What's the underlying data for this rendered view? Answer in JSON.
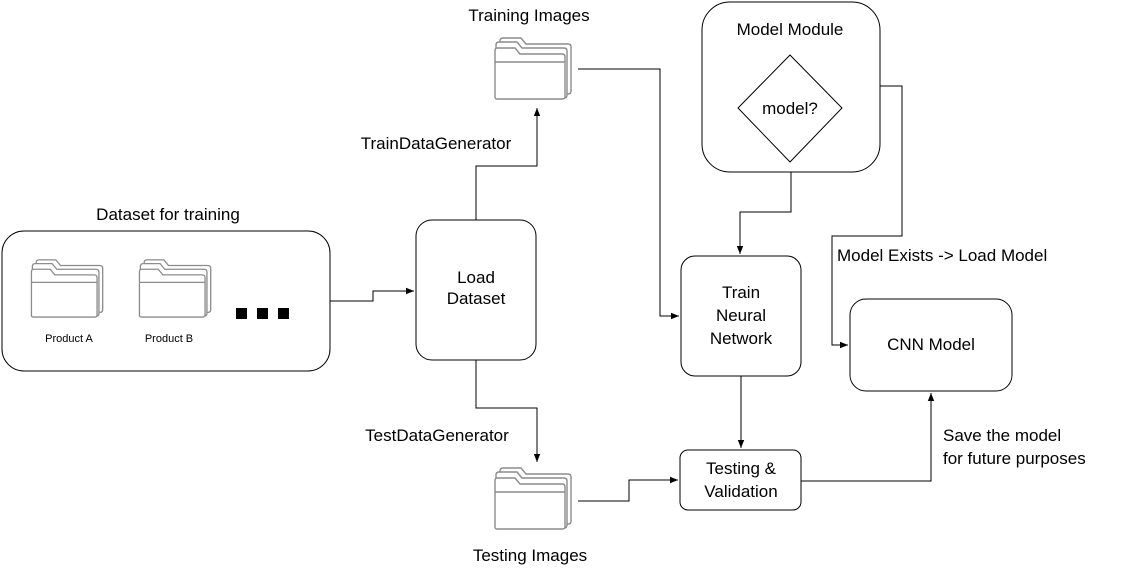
{
  "labels": {
    "dataset_title": "Dataset for training",
    "product_a": "Product A",
    "product_b": "Product B",
    "load_dataset_line1": "Load",
    "load_dataset_line2": "Dataset",
    "train_data_generator": "TrainDataGenerator",
    "test_data_generator": "TestDataGenerator",
    "training_images": "Training Images",
    "testing_images": "Testing Images",
    "model_module": "Model Module",
    "model_decision": "model?",
    "train_line1": "Train",
    "train_line2": "Neural",
    "train_line3": "Network",
    "testing_line1": "Testing &",
    "testing_line2": "Validation",
    "cnn_model": "CNN Model",
    "model_exists": "Model Exists -> Load Model",
    "save_line1": "Save the model",
    "save_line2": "for future purposes"
  },
  "colors": {
    "stroke": "#000000",
    "folder_stroke": "#8c8c8c",
    "background": "#ffffff"
  },
  "icons": {
    "folder": "folder-stack-icon",
    "ellipsis": "ellipsis-squares-icon"
  }
}
